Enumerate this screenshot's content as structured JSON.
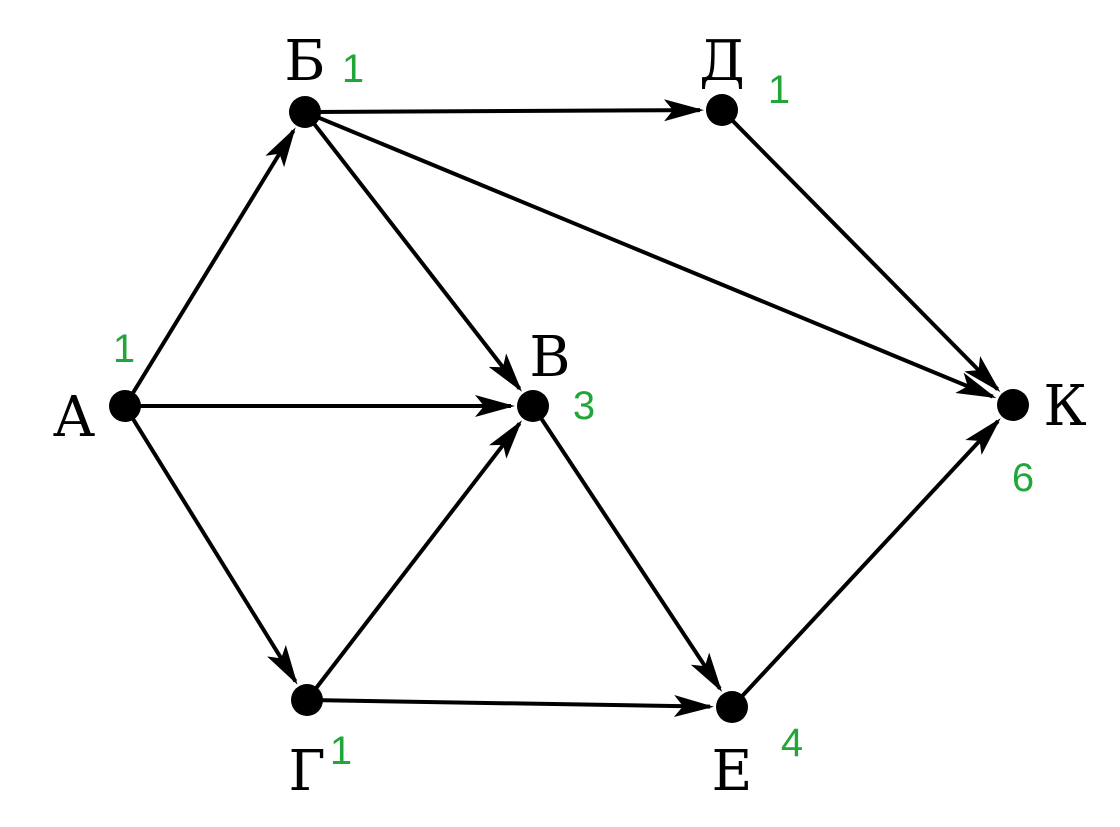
{
  "diagram": {
    "colors": {
      "edge": "#000000",
      "node": "#000000",
      "count": "#22a63a"
    },
    "nodes": [
      {
        "id": "A",
        "label": "А",
        "count": "1"
      },
      {
        "id": "B",
        "label": "Б",
        "count": "1"
      },
      {
        "id": "V",
        "label": "В",
        "count": "3"
      },
      {
        "id": "G",
        "label": "Г",
        "count": "1"
      },
      {
        "id": "D",
        "label": "Д",
        "count": "1"
      },
      {
        "id": "E",
        "label": "Е",
        "count": "4"
      },
      {
        "id": "K",
        "label": "К",
        "count": "6"
      }
    ],
    "edges": [
      {
        "from": "A",
        "to": "B"
      },
      {
        "from": "A",
        "to": "V"
      },
      {
        "from": "A",
        "to": "G"
      },
      {
        "from": "B",
        "to": "D"
      },
      {
        "from": "B",
        "to": "V"
      },
      {
        "from": "B",
        "to": "K"
      },
      {
        "from": "G",
        "to": "V"
      },
      {
        "from": "G",
        "to": "E"
      },
      {
        "from": "V",
        "to": "E"
      },
      {
        "from": "D",
        "to": "K"
      },
      {
        "from": "E",
        "to": "K"
      }
    ]
  }
}
